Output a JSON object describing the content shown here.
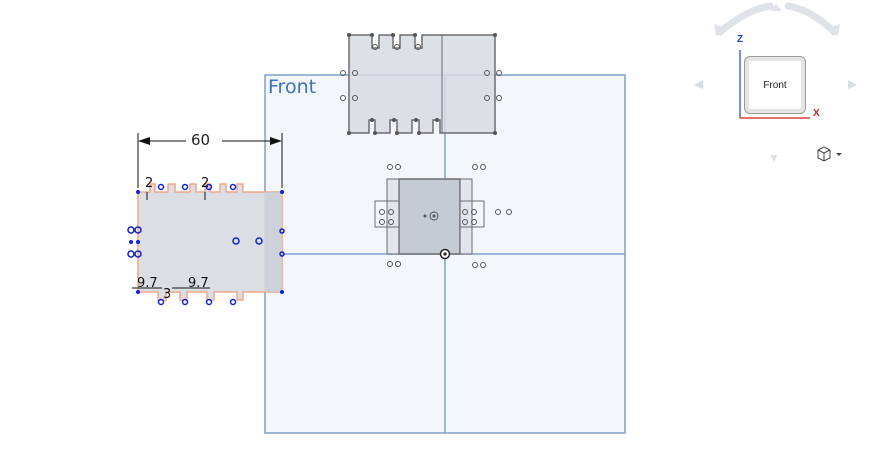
{
  "viewport": {
    "plane_label": "Front",
    "dimension_width": "60",
    "small_dims": {
      "top_left_a": "2",
      "top_left_b": "2",
      "bottom_left_a": "9.7",
      "bottom_left_b": "9.7",
      "bottom_left_c": "3"
    }
  },
  "view_cube": {
    "face_label": "Front",
    "axis_z": "Z",
    "axis_x": "X"
  },
  "colors": {
    "plane_border": "#7ea0cc",
    "plane_fill": "#f3f6fa",
    "sketch_selected": "#f0a78a",
    "constraint_point": "#1020d8",
    "part_fill": "#d7dbe1",
    "part_edge": "#6b6f75"
  },
  "icons": {
    "display_mode": "cube-icon",
    "dropdown": "caret-down-icon"
  }
}
